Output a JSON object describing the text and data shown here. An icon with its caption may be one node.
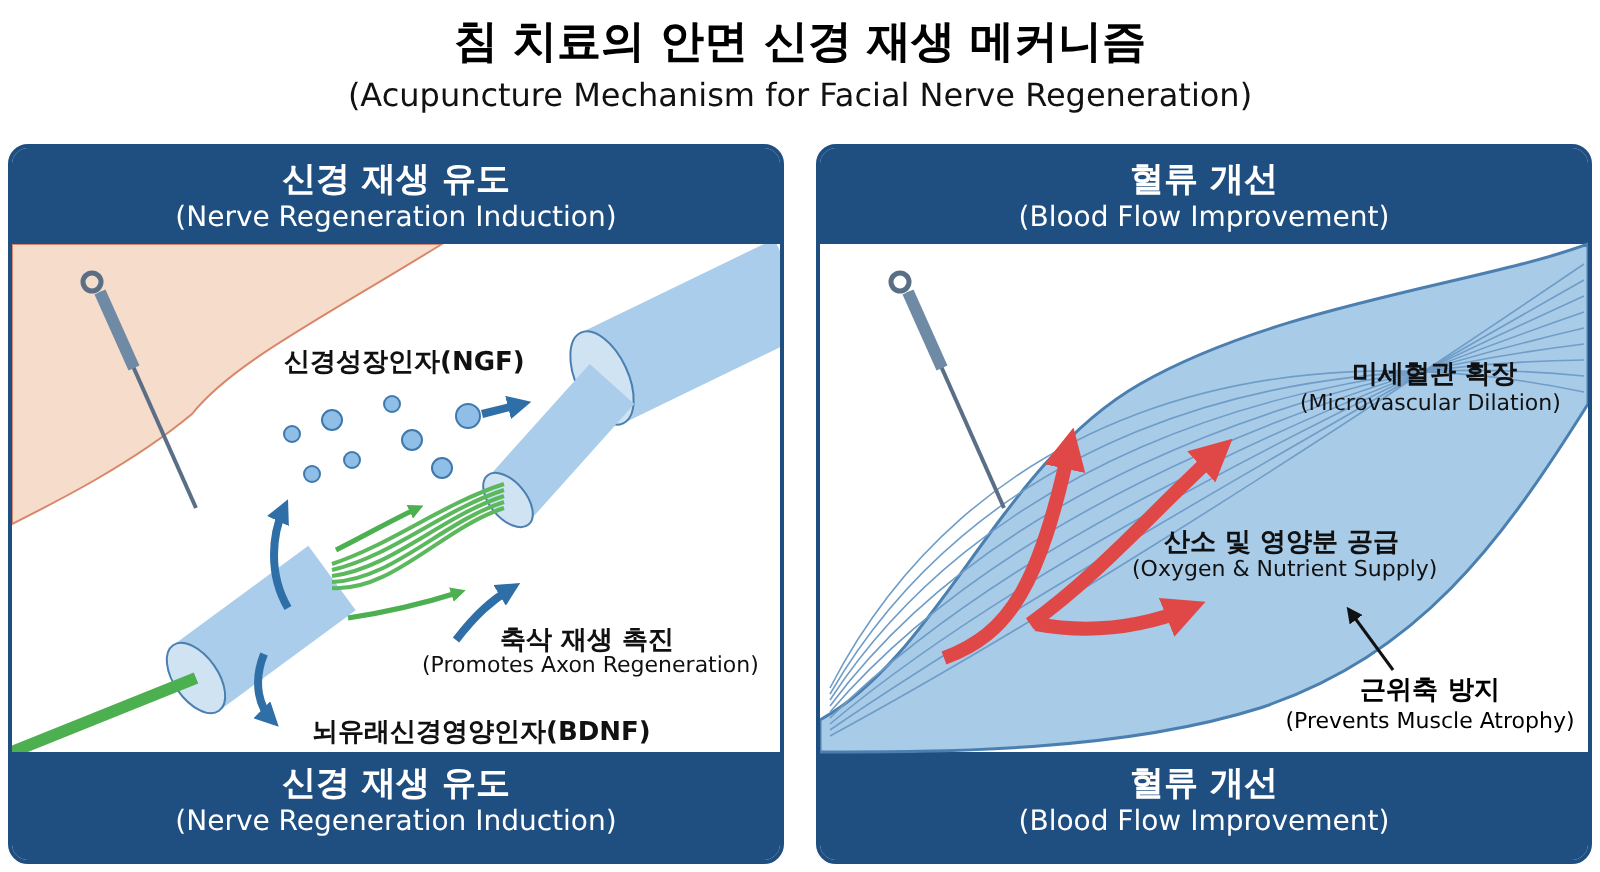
{
  "diagram": {
    "title": "침 치료의 안면 신경 재생 메커니즘",
    "nodes": [
      {
        "text": [],
        "shape": "box"
      },
      {
        "text": [
          "신경 재생 유도",
          "(Nerve Regeneration Induction)"
        ],
        "in": 0
      },
      {
        "text": [
          "신경 재생 유도",
          "(Nerve Regeneration Induction)"
        ],
        "in": 0
      },
      {
        "text": [],
        "shape": "box"
      },
      {
        "text": [
          "혈류 개선",
          "(Blood Flow Improvement)"
        ],
        "in": 3
      },
      {
        "text": [
          "혈류 개선",
          "(Blood Flow Improvement)"
        ],
        "in": 3
      },
      {
        "text": [],
        "shape": "picture",
        "in": 3
      },
      {
        "text": [
          "근위축 방지",
          "(Prevents Muscle Atrophy)"
        ],
        "in": 3
      }
    ],
    "edges": [
      {
        "from": 7,
        "to": 6,
        "arrow": "to"
      }
    ],
    "labels": [
      "(Acupuncture Mechanism for Facial Nerve Regeneration)",
      "신경성장인자(NGF)",
      "축삭 재생 촉진",
      "(Promotes Axon Regeneration)",
      "뇌유래신경영양인자(BDNF)",
      "미세혈관 확장",
      "(Microvascular Dilation)",
      "산소 및 영양분 공급",
      "(Oxygen & Nutrient Supply)"
    ]
  }
}
